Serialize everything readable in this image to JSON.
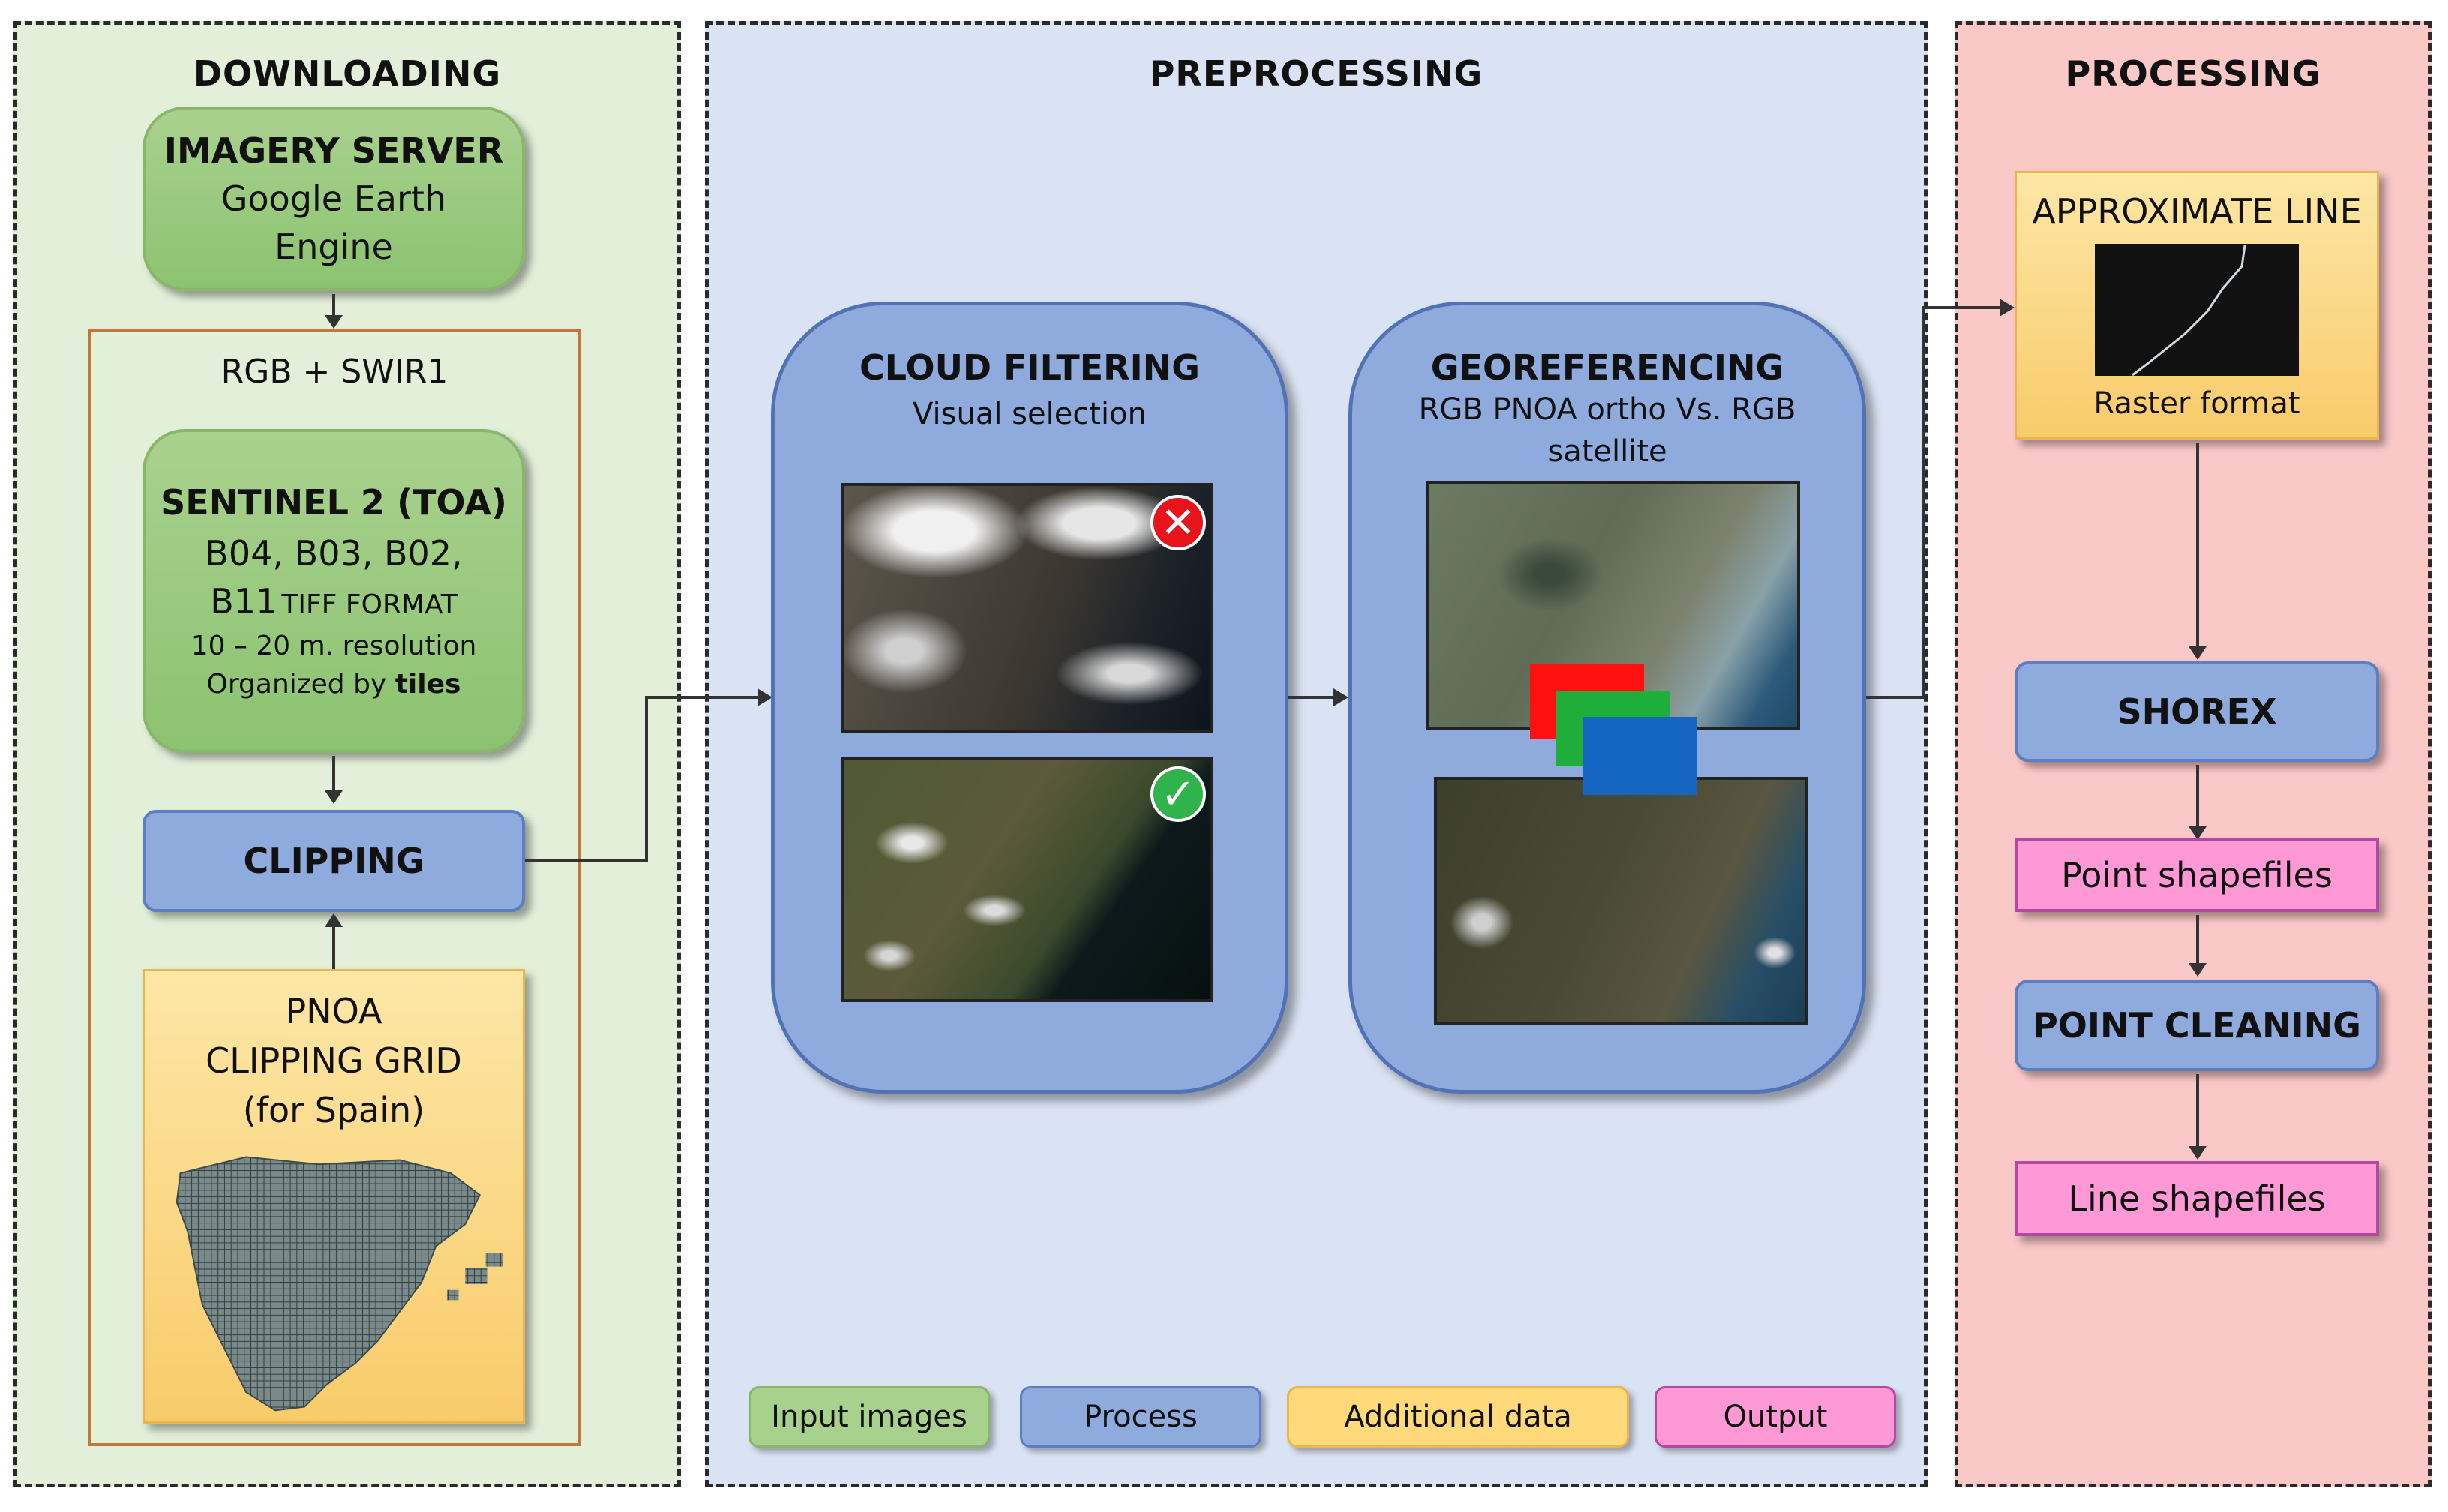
{
  "sections": {
    "downloading": "DOWNLOADING",
    "preprocessing": "PREPROCESSING",
    "processing": "PROCESSING"
  },
  "imagery_server": {
    "title": "IMAGERY SERVER",
    "line1": "Google Earth",
    "line2": "Engine"
  },
  "bands_label": "RGB + SWIR1",
  "sentinel": {
    "title": "SENTINEL 2 (TOA)",
    "line1": "B04, B03, B02,",
    "line2_band": "B11",
    "line2_format": "TIFF FORMAT",
    "line3": "10 – 20 m. resolution",
    "line4_prefix": "Organized by",
    "line4_bold": "tiles"
  },
  "clipping": "CLIPPING",
  "pnoa": {
    "line1": "PNOA",
    "line2": "CLIPPING GRID",
    "line3": "(for Spain)"
  },
  "cloud_filtering": {
    "title": "CLOUD FILTERING",
    "subtitle": "Visual selection"
  },
  "georeferencing": {
    "title": "GEOREFERENCING",
    "subtitle1": "RGB PNOA ortho Vs. RGB",
    "subtitle2": "satellite"
  },
  "approximate_line": {
    "title": "APPROXIMATE LINE",
    "caption": "Raster format"
  },
  "shorex": "SHOREX",
  "point_shapefiles": "Point shapefiles",
  "point_cleaning": "POINT CLEANING",
  "line_shapefiles": "Line shapefiles",
  "legend": {
    "input": "Input images",
    "process": "Process",
    "additional": "Additional data",
    "output": "Output"
  },
  "marks": {
    "reject": "✕",
    "accept": "✓"
  },
  "colors": {
    "input": "#a9d18e",
    "process": "#8faadc",
    "additional": "#ffd97a",
    "output": "#ff99d6",
    "downloading_bg": "#e2efd9",
    "preprocessing_bg": "#dae3f3",
    "processing_bg": "#fbc8c8",
    "reject": "#e8141c",
    "accept": "#2fb34a"
  }
}
